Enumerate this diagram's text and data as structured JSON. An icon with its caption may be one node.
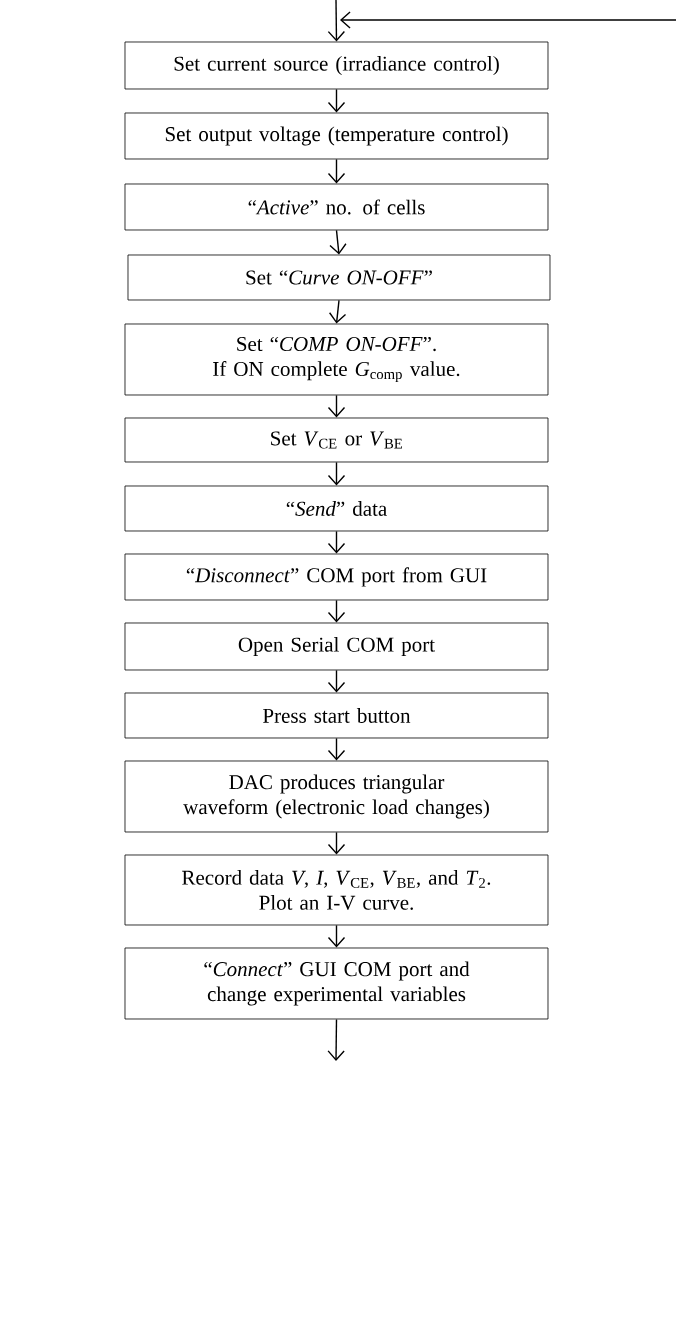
{
  "diagram": {
    "nodes": [
      {
        "text": [
          "Set current source (irradiance control)"
        ]
      },
      {
        "text": [
          "Set output voltage (temperature control)"
        ]
      },
      {
        "text": [
          "“*Active*” no. of cells"
        ]
      },
      {
        "text": [
          "Set “*Curve ON-OFF*”"
        ]
      },
      {
        "text": [
          "Set “*COMP ON-OFF*”.",
          "If ON complete *G*$_{comp}$ value."
        ]
      },
      {
        "text": [
          "Set *V*$_{CE}$ or *V*$_{BE}$"
        ]
      },
      {
        "text": [
          "“*Send*” data"
        ]
      },
      {
        "text": [
          "“*Disconnect*” COM port from GUI"
        ]
      },
      {
        "text": [
          "Open Serial COM port"
        ]
      },
      {
        "text": [
          "Press start button"
        ]
      },
      {
        "text": [
          "DAC produces triangular waveform (electronic load changes)"
        ]
      },
      {
        "text": [
          "Record data *V*, *I*, *V*$_{CE}$, *V*$_{BE}$, and *T*$_{2}$.",
          "Plot an I-V curve."
        ]
      },
      {
        "text": [
          "“*Connect*” GUI COM port and change experimental variables"
        ]
      }
    ],
    "edges": [
      {
        "from": null,
        "to": 0,
        "arrow": "to"
      },
      {
        "from": null,
        "to": 0,
        "arrow": "to"
      },
      {
        "from": 0,
        "to": 1,
        "arrow": "to"
      },
      {
        "from": 1,
        "to": 2,
        "arrow": "to"
      },
      {
        "from": 2,
        "to": 3,
        "arrow": "to"
      },
      {
        "from": 3,
        "to": 4,
        "arrow": "to"
      },
      {
        "from": 4,
        "to": 5,
        "arrow": "to"
      },
      {
        "from": 5,
        "to": 6,
        "arrow": "to"
      },
      {
        "from": 6,
        "to": 7,
        "arrow": "to"
      },
      {
        "from": 7,
        "to": 8,
        "arrow": "to"
      },
      {
        "from": 8,
        "to": 9,
        "arrow": "to"
      },
      {
        "from": 9,
        "to": 10,
        "arrow": "to"
      },
      {
        "from": 10,
        "to": 11,
        "arrow": "to"
      },
      {
        "from": 11,
        "to": 12,
        "arrow": "to"
      },
      {
        "from": 12,
        "to": null,
        "arrow": "to"
      }
    ]
  }
}
